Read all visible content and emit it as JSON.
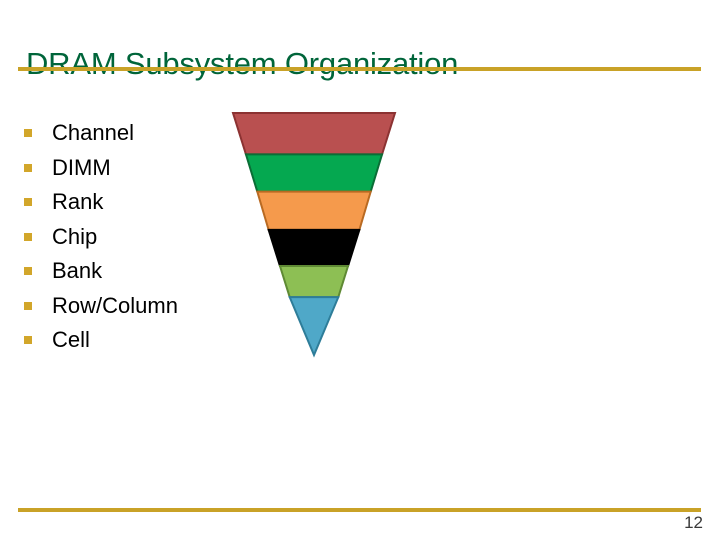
{
  "slide": {
    "title": "DRAM Subsystem Organization",
    "page_number": "12",
    "colors": {
      "title_green": "#00653a",
      "rule_gold": "#c9a227",
      "bullet_gold": "#d2a62a",
      "background": "#ffffff",
      "text_black": "#000000"
    }
  },
  "bullets": [
    {
      "label": "Channel"
    },
    {
      "label": "DIMM"
    },
    {
      "label": "Rank"
    },
    {
      "label": "Chip"
    },
    {
      "label": "Bank"
    },
    {
      "label": "Row/Column"
    },
    {
      "label": "Cell"
    }
  ],
  "funnel": {
    "shape": "inverted-triangle",
    "bands": [
      {
        "name": "channel-band",
        "fill": "#b95050",
        "stroke": "#8c3232",
        "top_width_pct": 100,
        "bottom_width_pct": 84
      },
      {
        "name": "dimm-band",
        "fill": "#05a850",
        "stroke": "#0a6e36",
        "top_width_pct": 84,
        "bottom_width_pct": 70
      },
      {
        "name": "rank-band",
        "fill": "#f59a4c",
        "stroke": "#b96a22",
        "top_width_pct": 70,
        "bottom_width_pct": 56
      },
      {
        "name": "chip-band",
        "fill": "#000000",
        "stroke": "#000000",
        "top_width_pct": 56,
        "bottom_width_pct": 42
      },
      {
        "name": "bank-band",
        "fill": "#8dbf54",
        "stroke": "#5f8a34",
        "top_width_pct": 42,
        "bottom_width_pct": 30
      },
      {
        "name": "cell-band",
        "fill": "#4fa8c8",
        "stroke": "#2e7d99",
        "top_width_pct": 30,
        "bottom_width_pct": 0
      }
    ]
  }
}
